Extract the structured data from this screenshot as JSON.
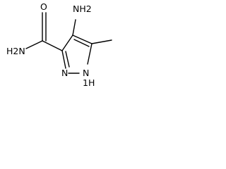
{
  "molecule": {
    "atoms": {
      "amide_oxygen": "O",
      "amide_nitrogen": "H2N",
      "amino_group": "NH2",
      "ring_n2": "N",
      "ring_n1": "N",
      "ring_n1_hydrogen": "1H"
    },
    "colors": {
      "bond": "#000000",
      "label": "#000000",
      "background": "#ffffff"
    }
  }
}
